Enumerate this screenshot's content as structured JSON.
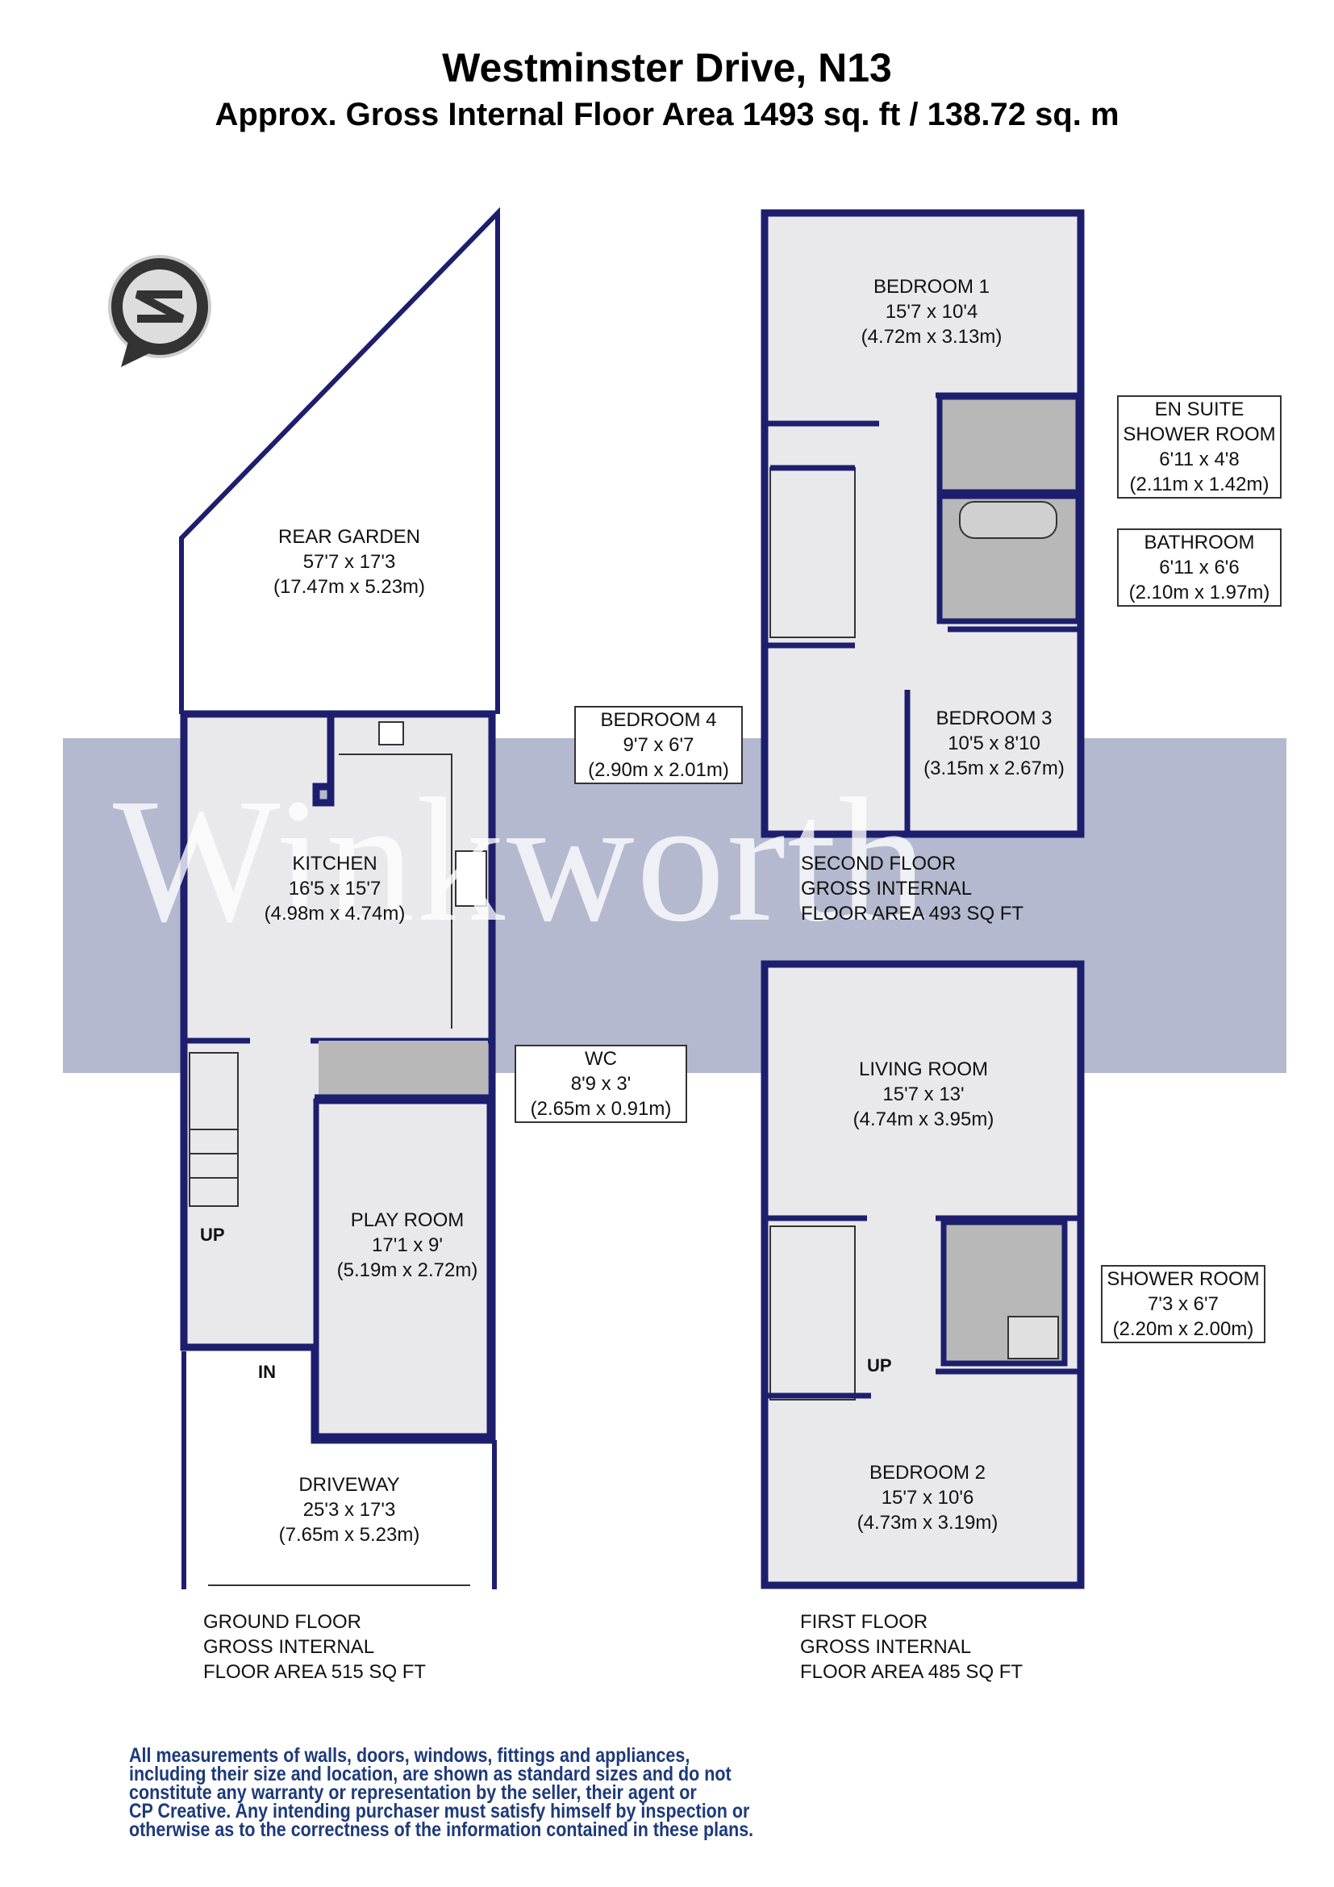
{
  "header": {
    "title": "Westminster Drive, N13",
    "subtitle": "Approx. Gross Internal Floor Area 1493 sq. ft / 138.72 sq. m"
  },
  "watermark": "Winkworth",
  "colors": {
    "wall": "#1e1e6e",
    "room_fill": "#e9e9ec",
    "wet_fill": "#b8b8b8",
    "band": "#b4b9cf"
  },
  "rooms": {
    "rear_garden": {
      "name": "REAR GARDEN",
      "imperial": "57'7 x 17'3",
      "metric": "(17.47m x 5.23m)"
    },
    "kitchen": {
      "name": "KITCHEN",
      "imperial": "16'5 x 15'7",
      "metric": "(4.98m x 4.74m)"
    },
    "wc": {
      "name": "WC",
      "imperial": "8'9 x 3'",
      "metric": "(2.65m x 0.91m)"
    },
    "play_room": {
      "name": "PLAY ROOM",
      "imperial": "17'1 x 9'",
      "metric": "(5.19m x 2.72m)"
    },
    "driveway": {
      "name": "DRIVEWAY",
      "imperial": "25'3 x 17'3",
      "metric": "(7.65m x 5.23m)"
    },
    "bedroom1": {
      "name": "BEDROOM 1",
      "imperial": "15'7 x 10'4",
      "metric": "(4.72m x 3.13m)"
    },
    "en_suite": {
      "name1": "EN SUITE",
      "name2": "SHOWER ROOM",
      "imperial": "6'11 x 4'8",
      "metric": "(2.11m x 1.42m)"
    },
    "bathroom": {
      "name": "BATHROOM",
      "imperial": "6'11 x 6'6",
      "metric": "(2.10m x 1.97m)"
    },
    "bedroom4": {
      "name": "BEDROOM 4",
      "imperial": "9'7 x 6'7",
      "metric": "(2.90m x 2.01m)"
    },
    "bedroom3": {
      "name": "BEDROOM 3",
      "imperial": "10'5 x 8'10",
      "metric": "(3.15m x 2.67m)"
    },
    "living_room": {
      "name": "LIVING ROOM",
      "imperial": "15'7 x 13'",
      "metric": "(4.74m x 3.95m)"
    },
    "shower_room": {
      "name": "SHOWER ROOM",
      "imperial": "7'3 x 6'7",
      "metric": "(2.20m x 2.00m)"
    },
    "bedroom2": {
      "name": "BEDROOM 2",
      "imperial": "15'7 x 10'6",
      "metric": "(4.73m x 3.19m)"
    }
  },
  "tags": {
    "up": "UP",
    "in": "IN"
  },
  "floors": {
    "second": {
      "l1": "SECOND FLOOR",
      "l2": "GROSS INTERNAL",
      "l3": "FLOOR AREA 493 SQ FT"
    },
    "ground": {
      "l1": "GROUND FLOOR",
      "l2": "GROSS INTERNAL",
      "l3": "FLOOR AREA 515 SQ FT"
    },
    "first": {
      "l1": "FIRST FLOOR",
      "l2": "GROSS INTERNAL",
      "l3": "FLOOR AREA 485 SQ FT"
    }
  },
  "disclaimer": [
    "All measurements of walls, doors, windows, fittings and appliances,",
    "including their size and location, are shown as standard sizes and do not",
    "constitute any warranty or representation by the seller, their agent or",
    "CP Creative. Any intending purchaser must satisfy himself by inspection or",
    "otherwise as to the correctness of the information contained in these plans."
  ]
}
